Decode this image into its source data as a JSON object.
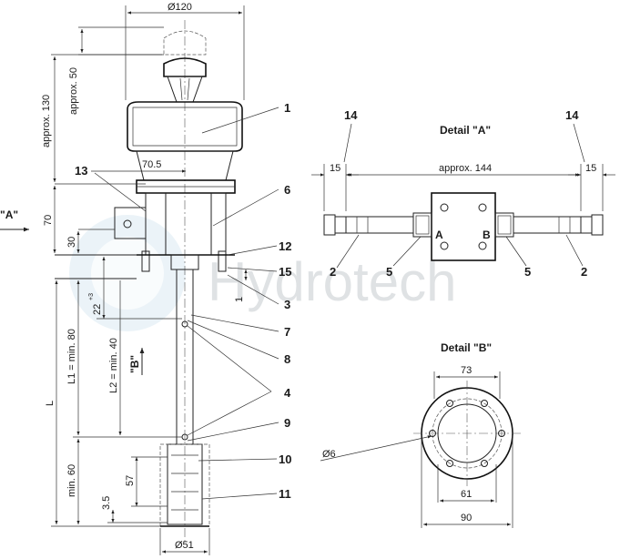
{
  "main_view": {
    "dims": {
      "d120": "Ø120",
      "approx50": "approx. 50",
      "approx130": "approx. 130",
      "d70_5": "70.5",
      "d70": "70",
      "d30": "30",
      "d22": "22",
      "d22_tol": "+3",
      "d1": "1",
      "l1": "L1 = min. 80",
      "l2": "L2 = min. 40",
      "l": "L",
      "min60": "min. 60",
      "d57": "57",
      "d3_5": "3.5",
      "d51": "Ø51"
    },
    "view_a_label": "\"A\"",
    "view_b_label": "\"B\"",
    "callouts": [
      "1",
      "6",
      "13",
      "12",
      "15",
      "3",
      "7",
      "8",
      "4",
      "9",
      "10",
      "11"
    ]
  },
  "detail_a": {
    "title": "Detail \"A\"",
    "dims": {
      "left15": "15",
      "right15": "15",
      "approx144": "approx. 144"
    },
    "callouts": {
      "left14": "14",
      "right14": "14",
      "left2": "2",
      "left5": "5",
      "right5": "5",
      "right2": "2"
    },
    "port_a": "A",
    "port_b": "B"
  },
  "detail_b": {
    "title": "Detail \"B\"",
    "dims": {
      "d73": "73",
      "d6": "Ø6",
      "d61": "61",
      "d90": "90"
    }
  },
  "watermark": "Hydrotech"
}
